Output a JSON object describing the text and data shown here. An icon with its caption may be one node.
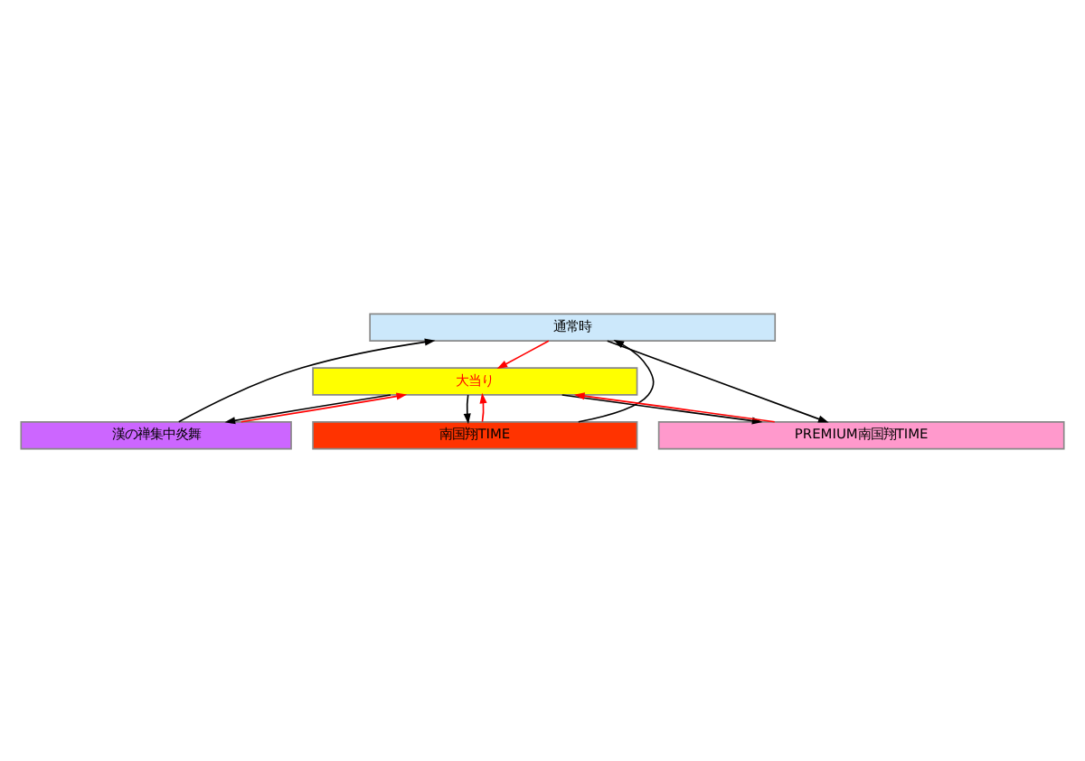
{
  "diagram": {
    "nodes": [
      {
        "text": [
          "通常時"
        ]
      },
      {
        "text": [
          "大当り"
        ]
      },
      {
        "text": [
          "漢の禅集中炎舞"
        ]
      },
      {
        "text": [
          "南国翔TIME"
        ]
      },
      {
        "text": [
          "PREMIUM南国翔TIME"
        ]
      }
    ],
    "edges": [
      {
        "from": 0,
        "to": 1,
        "arrow": "to",
        "color": "#ff0000"
      },
      {
        "from": 1,
        "to": 2,
        "arrow": "to"
      },
      {
        "from": 2,
        "to": 1,
        "arrow": "to",
        "color": "#ff0000"
      },
      {
        "from": 2,
        "to": 0,
        "arrow": "to"
      },
      {
        "from": 3,
        "to": 0,
        "arrow": "to"
      },
      {
        "from": 1,
        "to": 3,
        "arrow": "to"
      },
      {
        "from": 3,
        "to": 1,
        "arrow": "to",
        "color": "#ff0000"
      },
      {
        "from": 1,
        "to": 4,
        "arrow": "to"
      },
      {
        "from": 4,
        "to": 1,
        "arrow": "to",
        "color": "#ff0000"
      },
      {
        "from": 0,
        "to": 4,
        "arrow": "to"
      }
    ]
  }
}
